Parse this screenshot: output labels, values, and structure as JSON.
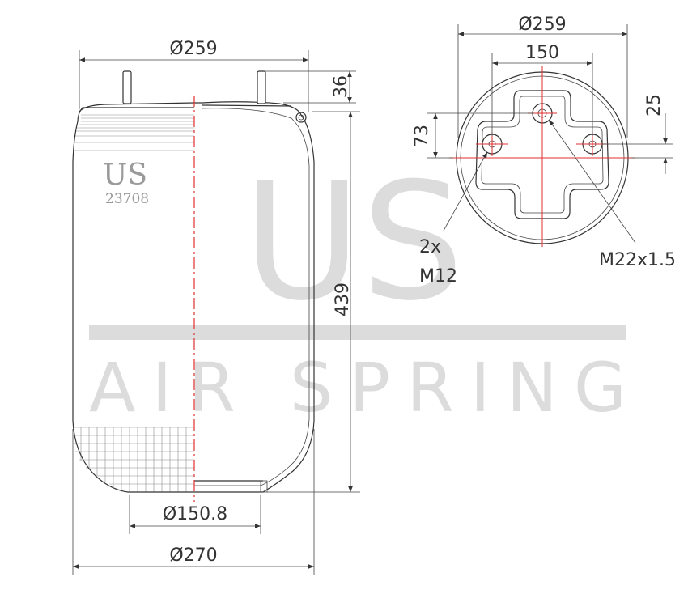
{
  "watermark": {
    "logo": "US",
    "text": "AIR SPRING"
  },
  "brand": {
    "logo": "US",
    "part_number": "23708"
  },
  "side_view": {
    "top_diameter": "Ø259",
    "stud_height": "36",
    "height": "439",
    "piston_diameter": "Ø150.8",
    "max_diameter": "Ø270"
  },
  "top_view": {
    "outer_diameter": "Ø259",
    "bolt_spacing": "150",
    "offset_73": "73",
    "offset_25": "25",
    "bolt_count": "2x",
    "bolt_thread": "M12",
    "air_port_thread": "M22x1.5"
  }
}
